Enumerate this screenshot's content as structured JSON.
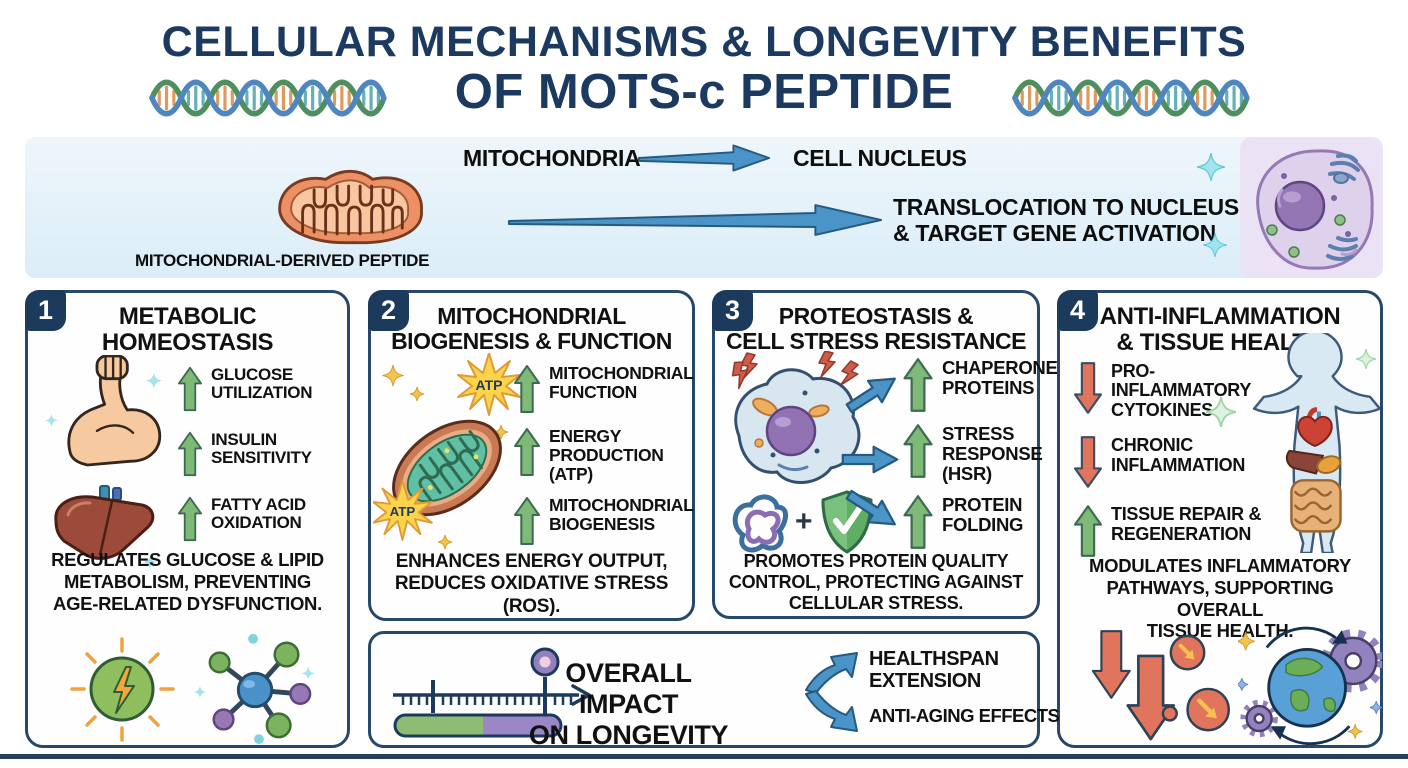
{
  "title": {
    "line1": "CELLULAR MECHANISMS & LONGEVITY BENEFITS",
    "line2": "OF MOTS-c PEPTIDE"
  },
  "banner": {
    "mitochondria": "MITOCHONDRIA",
    "cell_nucleus": "CELL NUCLEUS",
    "peptide": "MITOCHONDRIAL-DERIVED PEPTIDE",
    "translocation": [
      "TRANSLOCATION TO NUCLEUS",
      "& TARGET GENE ACTIVATION"
    ]
  },
  "cards": [
    {
      "number": "1",
      "title": [
        "METABOLIC",
        "HOMEOSTASIS"
      ],
      "items": [
        {
          "direction": "up",
          "label": "GLUCOSE UTILIZATION"
        },
        {
          "direction": "up",
          "label": "INSULIN SENSITIVITY"
        },
        {
          "direction": "up",
          "label": "FATTY ACID OXIDATION"
        }
      ],
      "description": [
        "REGULATES GLUCOSE & LIPID",
        "METABOLISM, PREVENTING",
        "AGE-RELATED DYSFUNCTION."
      ],
      "icons": [
        "flexed-arm",
        "liver",
        "energy-bolt",
        "molecule"
      ]
    },
    {
      "number": "2",
      "title": [
        "MITOCHONDRIAL",
        "BIOGENESIS & FUNCTION"
      ],
      "items": [
        {
          "direction": "up",
          "label": "MITOCHONDRIAL FUNCTION"
        },
        {
          "direction": "up",
          "label": "ENERGY PRODUCTION (ATP)"
        },
        {
          "direction": "up",
          "label": "MITOCHONDRIAL BIOGENESIS"
        }
      ],
      "description": [
        "ENHANCES ENERGY OUTPUT,",
        "REDUCES OXIDATIVE STRESS (ROS)."
      ],
      "atp_label": "ATP",
      "icons": [
        "mitochondrion",
        "atp-burst"
      ]
    },
    {
      "number": "3",
      "title": [
        "PROTEOSTASIS &",
        "CELL STRESS RESISTANCE"
      ],
      "items": [
        {
          "direction": "up",
          "label": "CHAPERONE PROTEINS"
        },
        {
          "direction": "up",
          "label": "STRESS RESPONSE (HSR)"
        },
        {
          "direction": "up",
          "label": "PROTEIN FOLDING"
        }
      ],
      "description": [
        "PROMOTES PROTEIN QUALITY",
        "CONTROL, PROTECTING AGAINST",
        "CELLULAR STRESS."
      ],
      "plus_sign": "+",
      "icons": [
        "stressed-cell",
        "protein-squiggle",
        "shield-check"
      ]
    },
    {
      "number": "4",
      "title": [
        "ANTI-INFLAMMATION",
        "& TISSUE HEALTH"
      ],
      "items": [
        {
          "direction": "down",
          "label": "PRO-INFLAMMATORY CYTOKINES"
        },
        {
          "direction": "down",
          "label": "CHRONIC INFLAMMATION"
        },
        {
          "direction": "up",
          "label": "TISSUE REPAIR & REGENERATION"
        }
      ],
      "description": [
        "MODULATES INFLAMMATORY",
        "PATHWAYS, SUPPORTING OVERALL",
        "TISSUE HEALTH."
      ],
      "icons": [
        "human-body",
        "down-arrows",
        "earth-gears"
      ]
    }
  ],
  "impact": {
    "title": [
      "OVERALL IMPACT",
      "ON LONGEVITY"
    ],
    "outcomes": [
      {
        "label": "HEALTHSPAN EXTENSION"
      },
      {
        "label": "ANTI-AGING EFFECTS"
      }
    ]
  },
  "colors": {
    "navy": "#1c3a5c",
    "up_green": "#7fb977",
    "down_red": "#e0745c",
    "arrow_blue": "#4a94c8",
    "banner_bg": "#e6f2f9",
    "atp_yellow": "#fbd44c"
  }
}
